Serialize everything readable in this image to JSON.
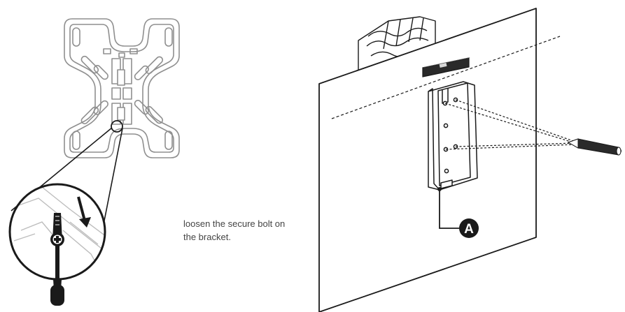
{
  "caption": {
    "line1": "loosen the secure bolt on",
    "line2": "the bracket."
  },
  "callouts": {
    "a_label": "A"
  },
  "colors": {
    "outline": "#8f8f8f",
    "ink": "#1a1a1a",
    "caption_text": "#444444"
  },
  "icons": {
    "bracket": "tv-bracket-plate-icon",
    "screwdriver": "screwdriver-icon",
    "pencil": "pencil-icon",
    "level": "spirit-level-icon",
    "zoom": "magnifier-circle-icon"
  }
}
